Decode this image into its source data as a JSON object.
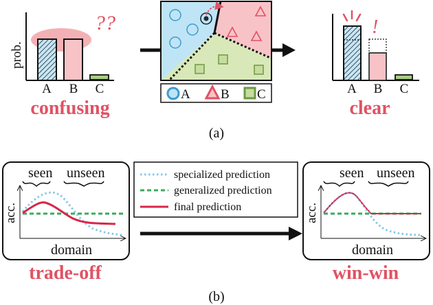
{
  "panel_a": {
    "caption": "(a)",
    "left_chart": {
      "ylabel": "prob.",
      "categories": [
        "A",
        "B",
        "C"
      ],
      "status": "confusing",
      "marks": "??"
    },
    "right_chart": {
      "categories": [
        "A",
        "B",
        "C"
      ],
      "status": "clear",
      "marks": "!"
    },
    "legend": [
      {
        "shape": "circle-icon",
        "label": "A"
      },
      {
        "shape": "triangle-icon",
        "label": "B"
      },
      {
        "shape": "square-icon",
        "label": "C"
      }
    ]
  },
  "panel_b": {
    "caption": "(b)",
    "left_plot": {
      "ylabel": "acc.",
      "xlabel": "domain",
      "seen_label": "seen",
      "unseen_label": "unseen",
      "status": "trade-off"
    },
    "right_plot": {
      "ylabel": "acc.",
      "xlabel": "domain",
      "seen_label": "seen",
      "unseen_label": "unseen",
      "status": "win-win"
    },
    "legend": [
      {
        "name": "specialized prediction",
        "color": "#86c8e8",
        "style": "dotted"
      },
      {
        "name": "generalized prediction",
        "color": "#3aaa5c",
        "style": "dashed"
      },
      {
        "name": "final prediction",
        "color": "#d8264a",
        "style": "solid"
      }
    ]
  },
  "colors": {
    "accent_red": "#e05263",
    "class_a": "#bfe4f5",
    "class_b": "#f8c3c7",
    "class_c": "#d9e8b8"
  }
}
